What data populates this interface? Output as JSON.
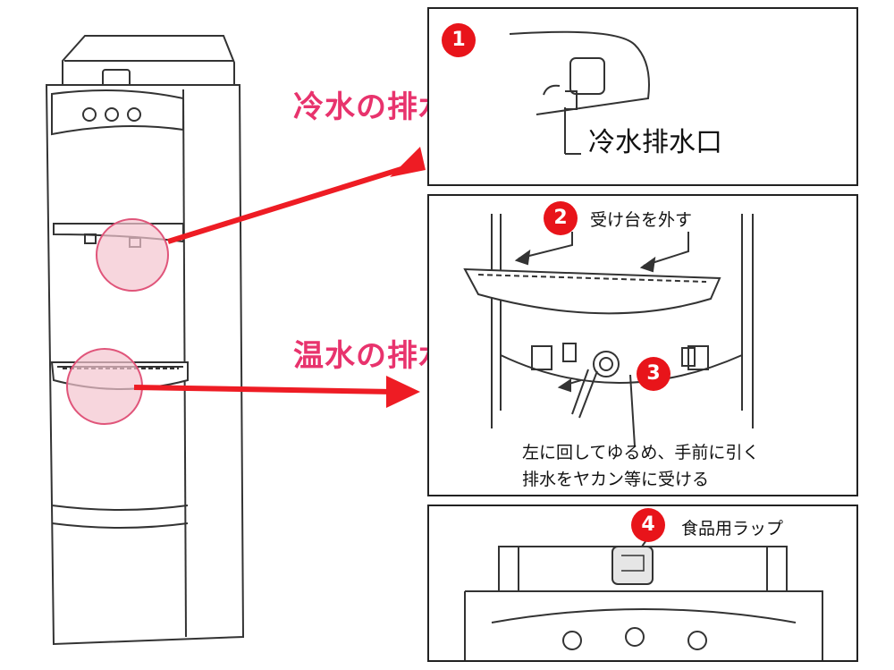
{
  "labels": {
    "cold_drain": "冷水の排水",
    "hot_drain": "温水の排水"
  },
  "steps": [
    {
      "number": "1",
      "caption": "冷水排水口"
    },
    {
      "number": "2",
      "caption": "受け台を外す"
    },
    {
      "number": "3",
      "caption_line1": "左に回してゆるめ、手前に引く",
      "caption_line2": "排水をヤカン等に受ける"
    },
    {
      "number": "4",
      "caption": "食品用ラップ"
    }
  ],
  "colors": {
    "label_pink": "#e8336d",
    "arrow_red": "#ee1c24",
    "badge_red": "#e8141a",
    "highlight_fill": "#f3c4cf",
    "highlight_stroke": "#e0557a"
  }
}
